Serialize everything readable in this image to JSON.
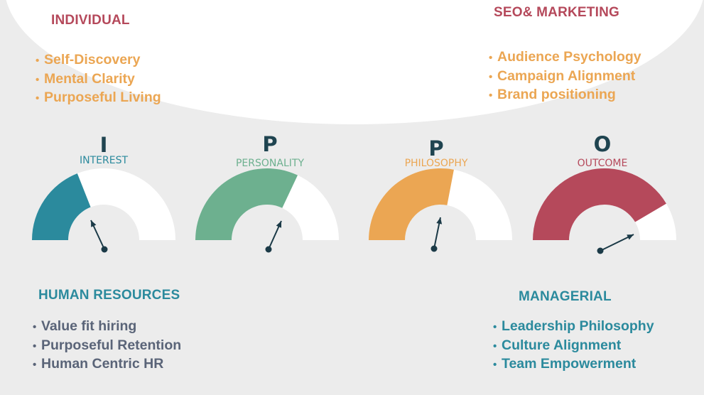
{
  "colors": {
    "teal": "#2b8a9d",
    "green": "#6db08f",
    "orange": "#eba653",
    "red": "#b5495b",
    "needle": "#1b3a47",
    "letter": "#1f4450",
    "pink_title": "#b5495b",
    "slate": "#5a6478",
    "gauge_empty": "#ffffff",
    "background": "#ececec"
  },
  "sections": {
    "individual": {
      "title": "INDIVIDUAL",
      "items": [
        "Self-Discovery",
        "Mental Clarity",
        "Purposeful Living"
      ]
    },
    "seo_marketing": {
      "title": "SEO& MARKETING",
      "items": [
        "Audience Psychology",
        "Campaign Alignment",
        "Brand positioning"
      ]
    },
    "human_resources": {
      "title": "HUMAN RESOURCES",
      "items": [
        "Value fit hiring",
        "Purposeful Retention",
        "Human Centric HR"
      ]
    },
    "managerial": {
      "title": "MANAGERIAL",
      "items": [
        "Leadership Philosophy",
        "Culture Alignment",
        "Team Empowerment"
      ]
    }
  },
  "gauges": [
    {
      "letter": "I",
      "label": "INTEREST",
      "fill_fraction": 0.38,
      "color": "#2b8a9d"
    },
    {
      "letter": "P",
      "label": "PERSONALITY",
      "fill_fraction": 0.64,
      "color": "#6db08f"
    },
    {
      "letter": "P",
      "label": "PHILOSOPHY",
      "fill_fraction": 0.56,
      "color": "#eba653"
    },
    {
      "letter": "O",
      "label": "OUTCOME",
      "fill_fraction": 0.83,
      "color": "#b5495b"
    }
  ]
}
